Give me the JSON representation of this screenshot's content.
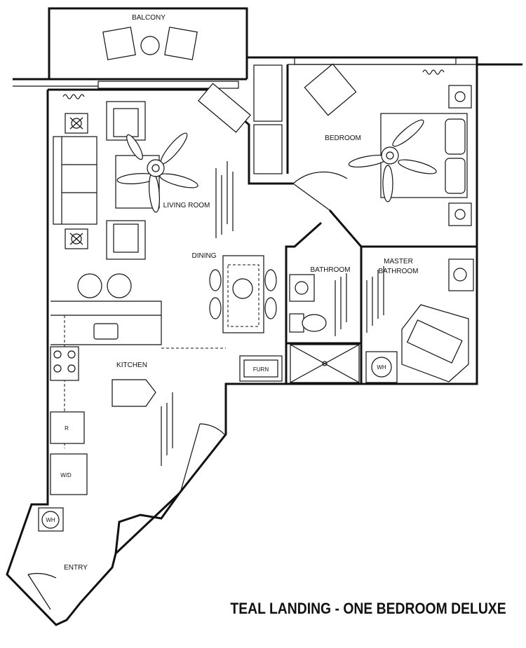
{
  "rooms": {
    "balcony": "BALCONY",
    "bedroom": "BEDROOM",
    "living_room": "LIVING ROOM",
    "dining": "DINING",
    "bathroom": "BATHROOM",
    "master_bathroom_line1": "MASTER",
    "master_bathroom_line2": "BATHROOM",
    "kitchen": "KITCHEN",
    "entry": "ENTRY"
  },
  "fixtures": {
    "furnace": "FURN",
    "water_heater": "WH",
    "washer_dryer": "W/D",
    "refrigerator": "R"
  },
  "title": "TEAL LANDING - ONE BEDROOM DELUXE"
}
